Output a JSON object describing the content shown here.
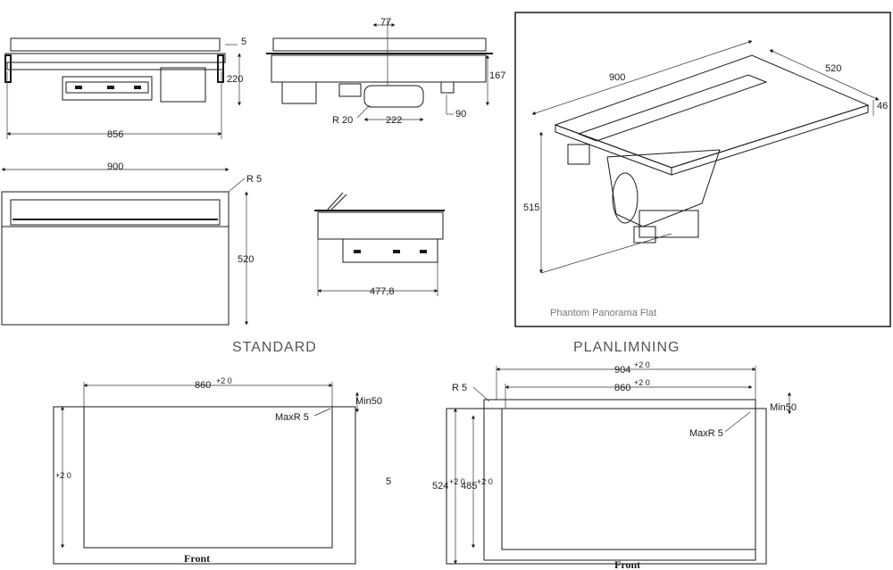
{
  "top_views": {
    "side_view": {
      "dim_width": "856",
      "dim_height": "220",
      "dim_top": "5"
    },
    "end_view": {
      "dim_top": "77",
      "dim_height": "167",
      "dim_radius": "R 20",
      "dim_bottom": "222",
      "dim_right": "90"
    },
    "plan_view": {
      "dim_width": "900",
      "dim_height": "520",
      "dim_radius": "R 5"
    },
    "open_view": {
      "dim_width": "477,8"
    }
  },
  "iso_panel": {
    "caption": "Phantom Panorama Flat",
    "dim_width": "900",
    "dim_depth": "520",
    "dim_thickness": "46",
    "dim_height": "515"
  },
  "standard": {
    "title": "STANDARD",
    "dim_width": "860",
    "dim_width_tol": "+2 0",
    "dim_min": "Min50",
    "dim_radius": "MaxR 5",
    "dim_height_tol": "+2 0",
    "front_label": "Front",
    "stray_mark": "5"
  },
  "planlimning": {
    "title": "PLANLIMNING",
    "dim_outer": "904",
    "dim_outer_tol": "+2 0",
    "dim_inner": "860",
    "dim_inner_tol": "+2 0",
    "dim_radius_outer": "R 5",
    "dim_min": "Min50",
    "dim_radius": "MaxR 5",
    "dim_h_outer": "524",
    "dim_h_outer_tol": "+2 0",
    "dim_h_inner": "485",
    "dim_h_inner_tol": "+2 0",
    "front_label": "Front"
  }
}
